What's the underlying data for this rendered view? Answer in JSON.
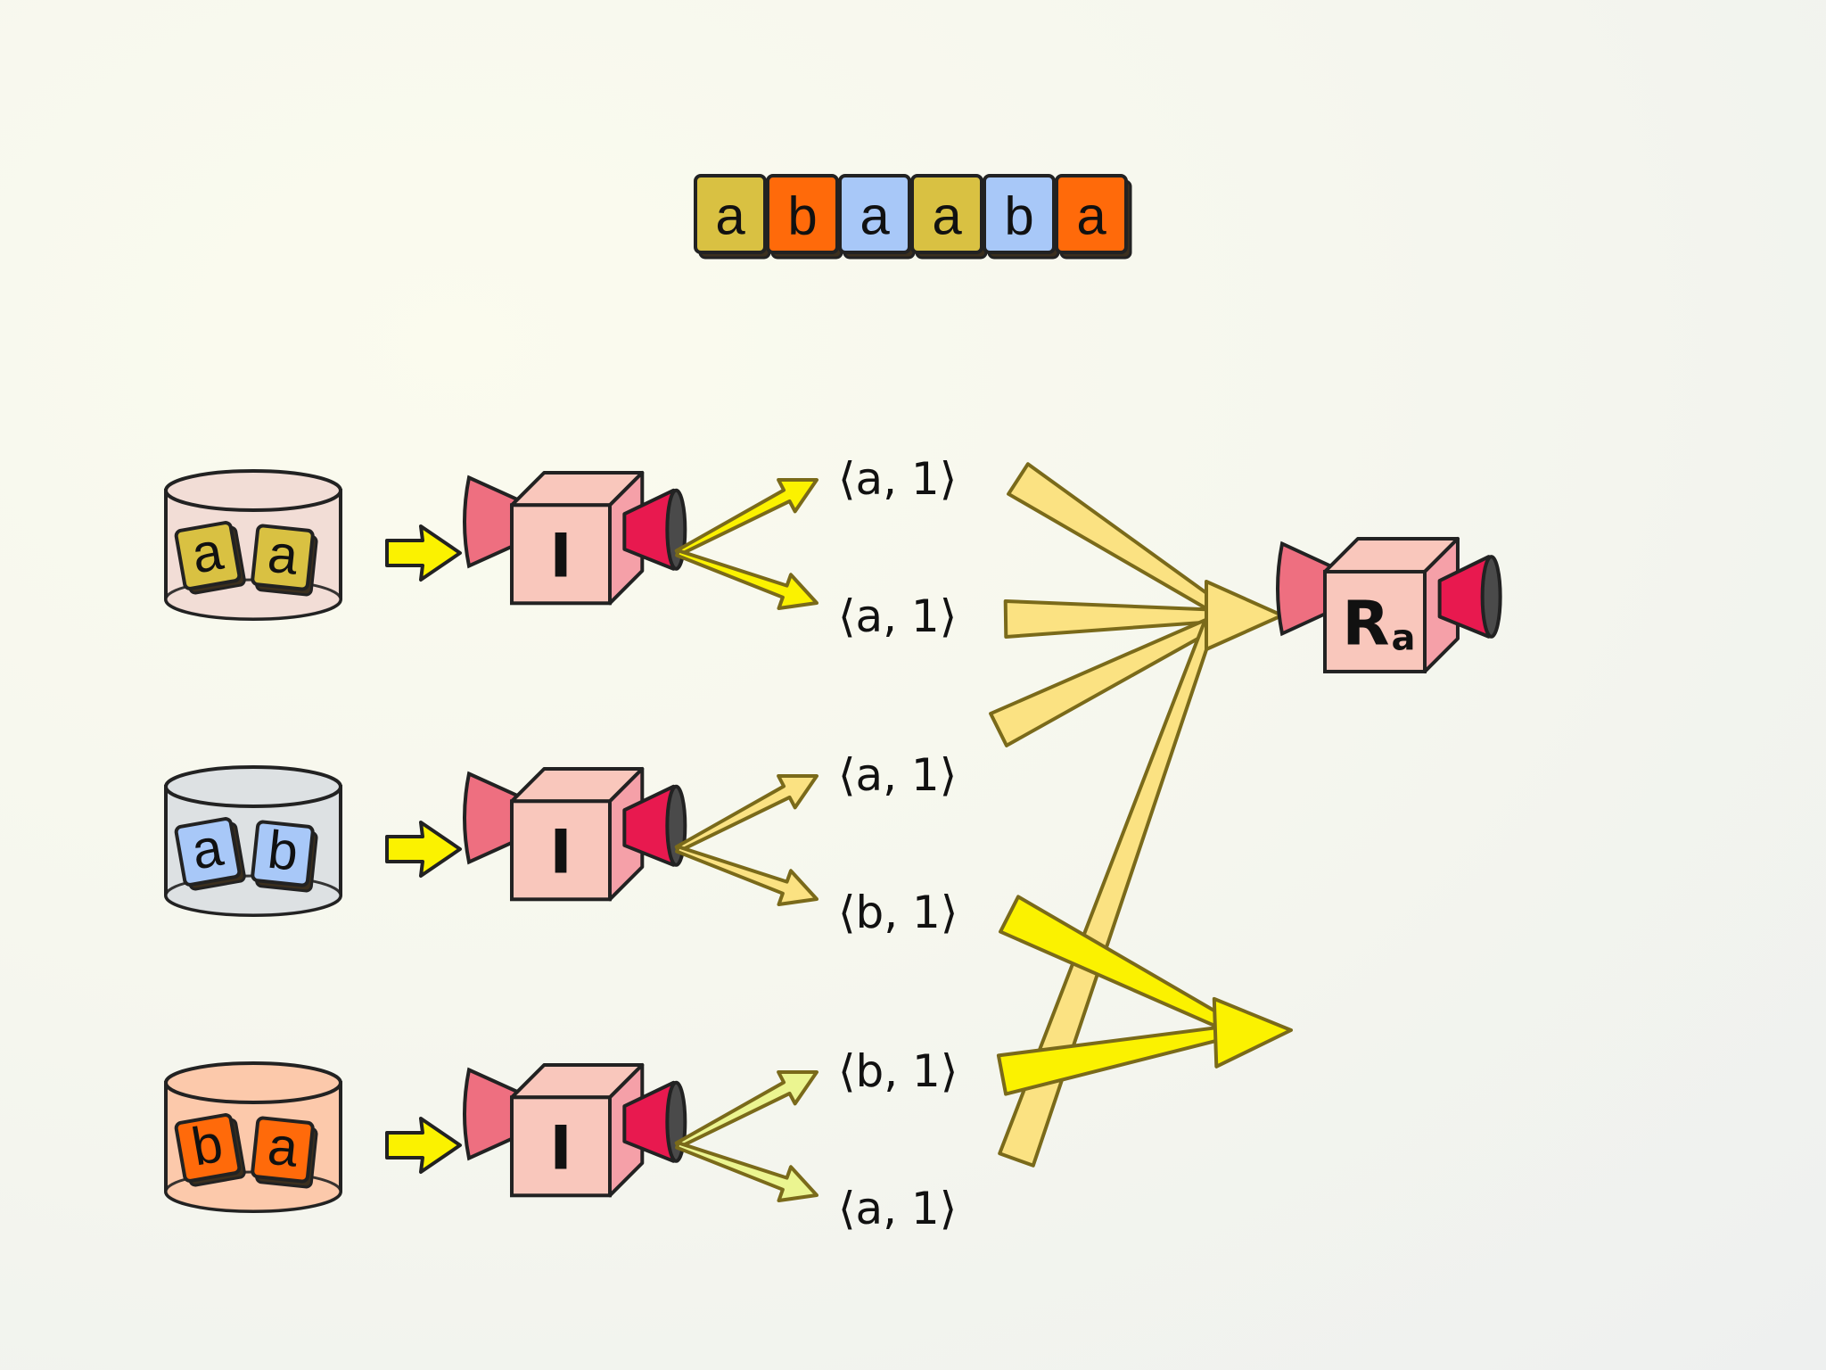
{
  "colors": {
    "tile_a_gold": "#d9c142",
    "tile_b_orange": "#ff6a0a",
    "tile_a_blue": "#a8c8f8",
    "box_face": "#f9c7bc",
    "box_side": "#f5a0a8",
    "funnel_left": "#ee6f80",
    "funnel_right": "#e8194f",
    "arrow_yellow": "#fbf200",
    "arrow_pale_yellow": "#fbe282",
    "arrow_light_green": "#ebf590",
    "arrow_outline": "#7a6a1a"
  },
  "sequence": {
    "tiles": [
      {
        "label": "a",
        "color": "#d9c142"
      },
      {
        "label": "b",
        "color": "#ff6a0a"
      },
      {
        "label": "a",
        "color": "#a8c8f8"
      },
      {
        "label": "a",
        "color": "#d9c142"
      },
      {
        "label": "b",
        "color": "#a8c8f8"
      },
      {
        "label": "a",
        "color": "#ff6a0a"
      }
    ]
  },
  "rows": [
    {
      "cylinder_color": "#f2ddd6",
      "tiles": [
        {
          "label": "a",
          "color": "#d9c142"
        },
        {
          "label": "a",
          "color": "#d9c142"
        }
      ],
      "mapper_label": "I",
      "outputs": [
        "⟨a, 1⟩",
        "⟨a, 1⟩"
      ],
      "arrow_color": "#fbf200"
    },
    {
      "cylinder_color": "#dde1e3",
      "tiles": [
        {
          "label": "a",
          "color": "#a8c8f8"
        },
        {
          "label": "b",
          "color": "#a8c8f8"
        }
      ],
      "mapper_label": "I",
      "outputs": [
        "⟨a, 1⟩",
        "⟨b, 1⟩"
      ],
      "arrow_color": "#fbe282"
    },
    {
      "cylinder_color": "#fcc9ab",
      "tiles": [
        {
          "label": "b",
          "color": "#ff6a0a"
        },
        {
          "label": "a",
          "color": "#ff6a0a"
        }
      ],
      "mapper_label": "I",
      "outputs": [
        "⟨b, 1⟩",
        "⟨a, 1⟩"
      ],
      "arrow_color": "#ebf590"
    }
  ],
  "reducer": {
    "label": "R",
    "subscript": "a"
  }
}
